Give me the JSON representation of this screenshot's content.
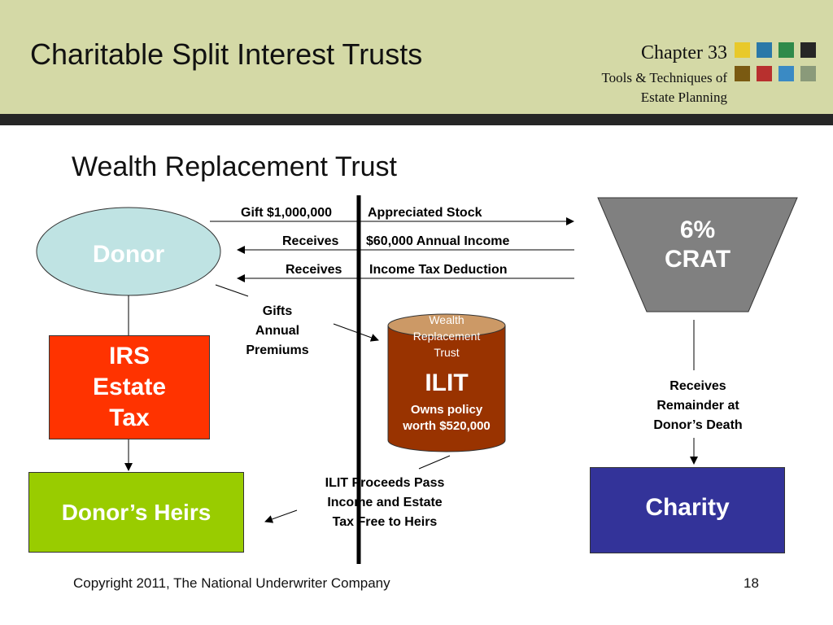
{
  "header": {
    "title": "Charitable Split Interest Trusts",
    "chapter": "Chapter 33",
    "subtitle_line1": "Tools & Techniques of",
    "subtitle_line2": "Estate Planning",
    "squares_colors": [
      "#e8c92a",
      "#2a78a8",
      "#2f8a4a",
      "#262626",
      "#7a5a12",
      "#b8302e",
      "#3a8ac4",
      "#8a9a7a"
    ]
  },
  "slide": {
    "heading": "Wealth Replacement Trust",
    "footer": "Copyright 2011, The National Underwriter Company",
    "page_number": "18"
  },
  "diagram": {
    "donor": "Donor",
    "crat_line1": "6%",
    "crat_line2": "CRAT",
    "irs_line1": "IRS",
    "irs_line2": "Estate",
    "irs_line3": "Tax",
    "heirs": "Donor’s Heirs",
    "charity": "Charity",
    "ilit_top_line1": "Wealth",
    "ilit_top_line2": "Replacement",
    "ilit_top_line3": "Trust",
    "ilit_title": "ILIT",
    "ilit_line1": "Owns policy",
    "ilit_line2": "worth $520,000",
    "flow_left_1": "Gift $1,000,000",
    "flow_right_1": "Appreciated Stock",
    "flow_left_2": "Receives",
    "flow_right_2": "$60,000 Annual Income",
    "flow_left_3": "Receives",
    "flow_right_3": "Income Tax Deduction",
    "gifts_line1": "Gifts",
    "gifts_line2": "Annual",
    "gifts_line3": "Premiums",
    "remainder_line1": "Receives",
    "remainder_line2": "Remainder at",
    "remainder_line3": "Donor’s Death",
    "proceeds_line1": "ILIT Proceeds Pass",
    "proceeds_line2": "Income and Estate",
    "proceeds_line3": "Tax Free to Heirs",
    "colors": {
      "donor_fill": "#bfe3e3",
      "crat_fill": "#808080",
      "irs_fill": "#ff3300",
      "heirs_fill": "#99cc00",
      "charity_fill": "#333399",
      "ilit_fill": "#993300",
      "ilit_top": "#cc9966"
    }
  }
}
